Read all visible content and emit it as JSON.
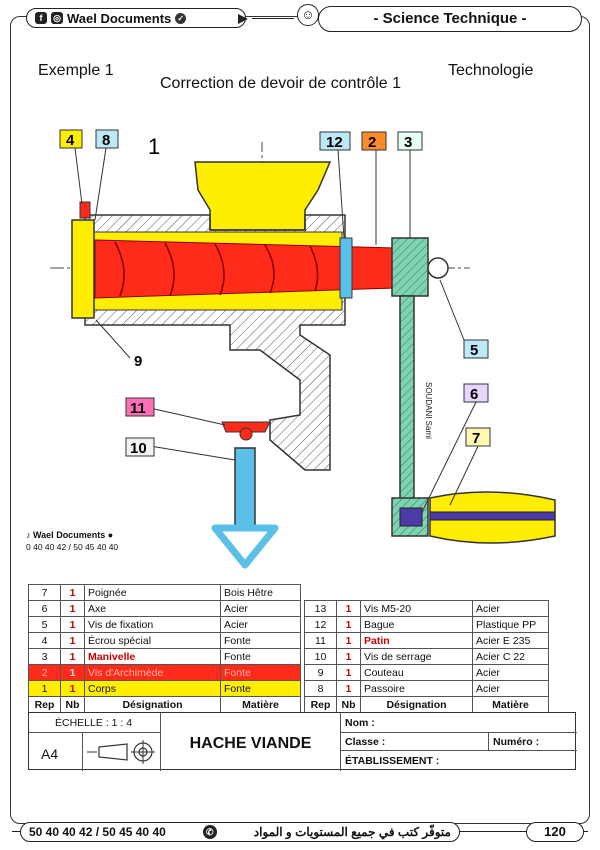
{
  "header": {
    "brand": "Wael Documents",
    "title": "- Science Technique -"
  },
  "exercise": {
    "label": "Exemple 1",
    "correction": "Correction de devoir de contrôle 1",
    "subject": "Technologie"
  },
  "drawing": {
    "callouts": [
      "4",
      "8",
      "1",
      "12",
      "2",
      "3",
      "5",
      "6",
      "7",
      "9",
      "11",
      "10"
    ],
    "vertical_text": "SOUDANI Sami"
  },
  "watermark": {
    "brand": "Wael Documents",
    "phones": "0 40 40 42 / 50 45 40 40"
  },
  "bom": {
    "headers": [
      "Rep",
      "Nb",
      "Désignation",
      "Matière"
    ],
    "left_rows": [
      {
        "rep": "7",
        "nb": "1",
        "designation": "Poignée",
        "matiere": "Bois   Hêtre"
      },
      {
        "rep": "6",
        "nb": "1",
        "designation": "Axe",
        "matiere": "Acier"
      },
      {
        "rep": "5",
        "nb": "1",
        "designation": "Vis de fixation",
        "matiere": "Acier"
      },
      {
        "rep": "4",
        "nb": "1",
        "designation": "Écrou spécial",
        "matiere": "Fonte"
      },
      {
        "rep": "3",
        "nb": "1",
        "designation": "Manivelle",
        "matiere": "Fonte"
      },
      {
        "rep": "2",
        "nb": "1",
        "designation": "Vis d'Archimède",
        "matiere": "Fonte"
      },
      {
        "rep": "1",
        "nb": "1",
        "designation": "Corps",
        "matiere": "Fonte"
      }
    ],
    "right_rows": [
      {
        "rep": "13",
        "nb": "1",
        "designation": "Vis M5-20",
        "matiere": "Acier"
      },
      {
        "rep": "12",
        "nb": "1",
        "designation": "Bague",
        "matiere": "Plastique  PP"
      },
      {
        "rep": "11",
        "nb": "1",
        "designation": "Patin",
        "matiere": "Acier   E 235"
      },
      {
        "rep": "10",
        "nb": "1",
        "designation": "Vis de serrage",
        "matiere": "Acier   C 22"
      },
      {
        "rep": "9",
        "nb": "1",
        "designation": "Couteau",
        "matiere": "Acier"
      },
      {
        "rep": "8",
        "nb": "1",
        "designation": "Passoire",
        "matiere": "Acier"
      }
    ]
  },
  "cartouche": {
    "echelle": "ÉCHELLE :  1 : 4",
    "format": "A4",
    "title": "HACHE VIANDE",
    "nom": "Nom :",
    "classe": "Classe :",
    "numero": "Numéro :",
    "etablissement": "ÉTABLISSEMENT :"
  },
  "footer": {
    "phones": "50 40 40 42 / 50 45 40 40",
    "arabic": "متوفّر كتب في جميع المستويات و المواد",
    "page": "120"
  },
  "colors": {
    "red": "#ff2b1a",
    "yellow": "#ffee00",
    "green": "#3fae8c",
    "blue": "#5bc0e8",
    "purple": "#4b3aa8"
  }
}
